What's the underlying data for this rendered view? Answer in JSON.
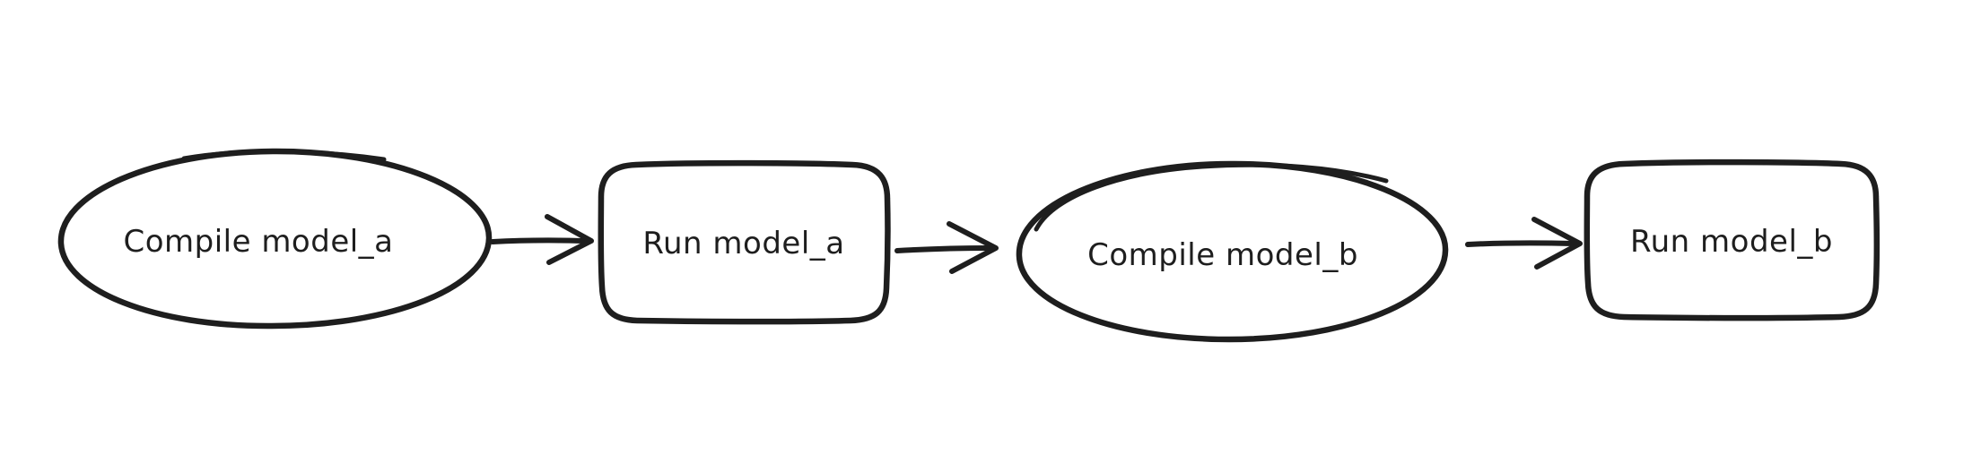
{
  "diagram": {
    "background_color": "#ffffff",
    "stroke_color": "#1e1e1e",
    "style": "hand-drawn-sketch",
    "nodes": [
      {
        "id": "compile-model-a",
        "shape": "ellipse",
        "label": "Compile model_a"
      },
      {
        "id": "run-model-a",
        "shape": "rounded-rectangle",
        "label": "Run model_a"
      },
      {
        "id": "compile-model-b",
        "shape": "ellipse",
        "label": "Compile model_b"
      },
      {
        "id": "run-model-b",
        "shape": "rounded-rectangle",
        "label": "Run model_b"
      }
    ],
    "edges": [
      {
        "from": "compile-model-a",
        "to": "run-model-a",
        "type": "arrow",
        "direction": "right"
      },
      {
        "from": "run-model-a",
        "to": "compile-model-b",
        "type": "arrow",
        "direction": "right"
      },
      {
        "from": "compile-model-b",
        "to": "run-model-b",
        "type": "arrow",
        "direction": "right"
      }
    ]
  }
}
